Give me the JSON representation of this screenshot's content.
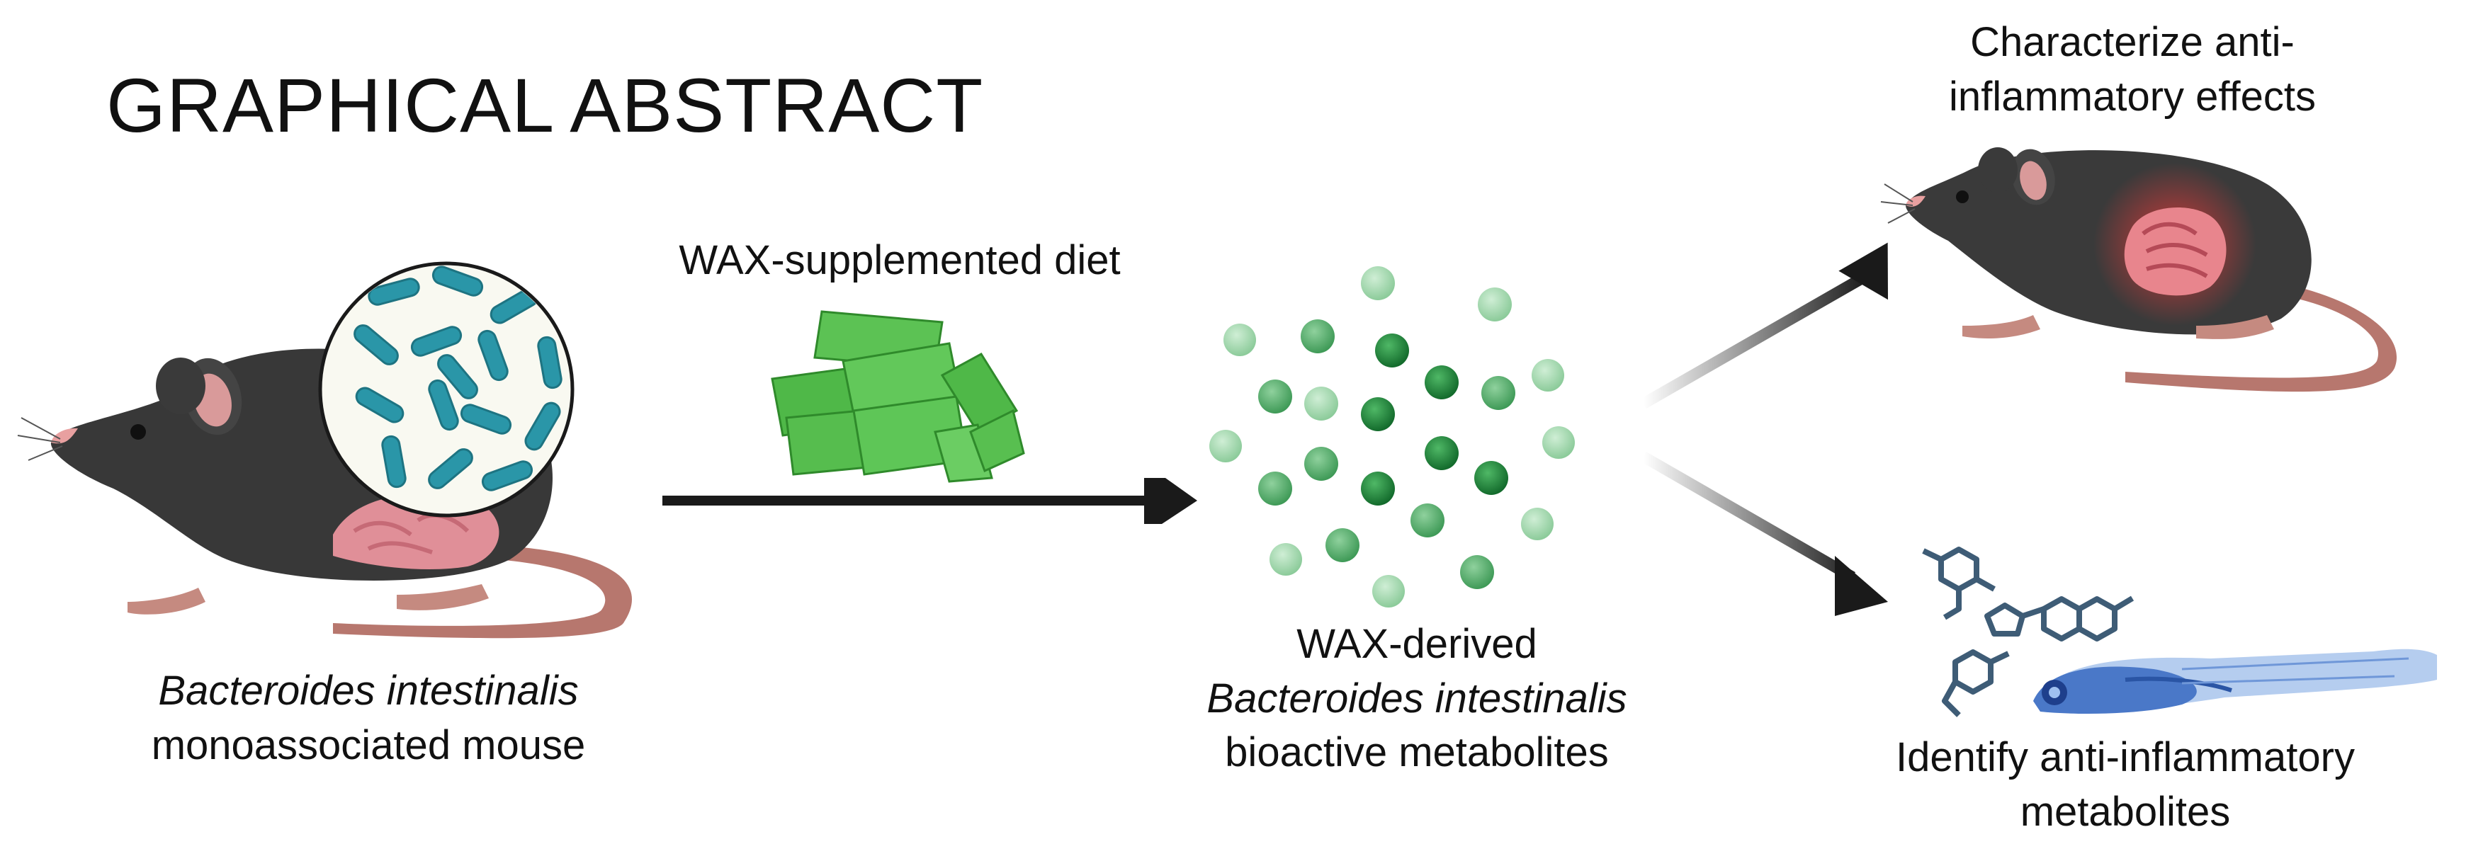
{
  "title": "GRAPHICAL ABSTRACT",
  "mouse_caption": {
    "line1": "Bacteroides intestinalis",
    "line2": "monoassociated mouse"
  },
  "diet_label": "WAX-supplemented diet",
  "metabolites_caption": {
    "line1": "WAX-derived",
    "line2": "Bacteroides intestinalis",
    "line3": "bioactive metabolites"
  },
  "characterize_caption": {
    "line1": "Characterize anti-",
    "line2": "inflammatory effects"
  },
  "identify_caption": {
    "line1": "Identify anti-inflammatory",
    "line2": "metabolites"
  },
  "icons": [
    "mouse-icon",
    "bacteria-icon",
    "wax-pellets-icon",
    "metabolite-dots-icon",
    "inflamed-mouse-icon",
    "molecule-icon",
    "zebrafish-icon"
  ],
  "colors": {
    "mouse_body": "#3a3a3a",
    "bacteria": "#2a96a8",
    "wax": "#52b948",
    "metabolite": "#2e8b45",
    "gut": "#e8919a",
    "inflammation": "#e02020",
    "zebrafish": "#4a78c8",
    "molecule": "#3e5c76"
  }
}
